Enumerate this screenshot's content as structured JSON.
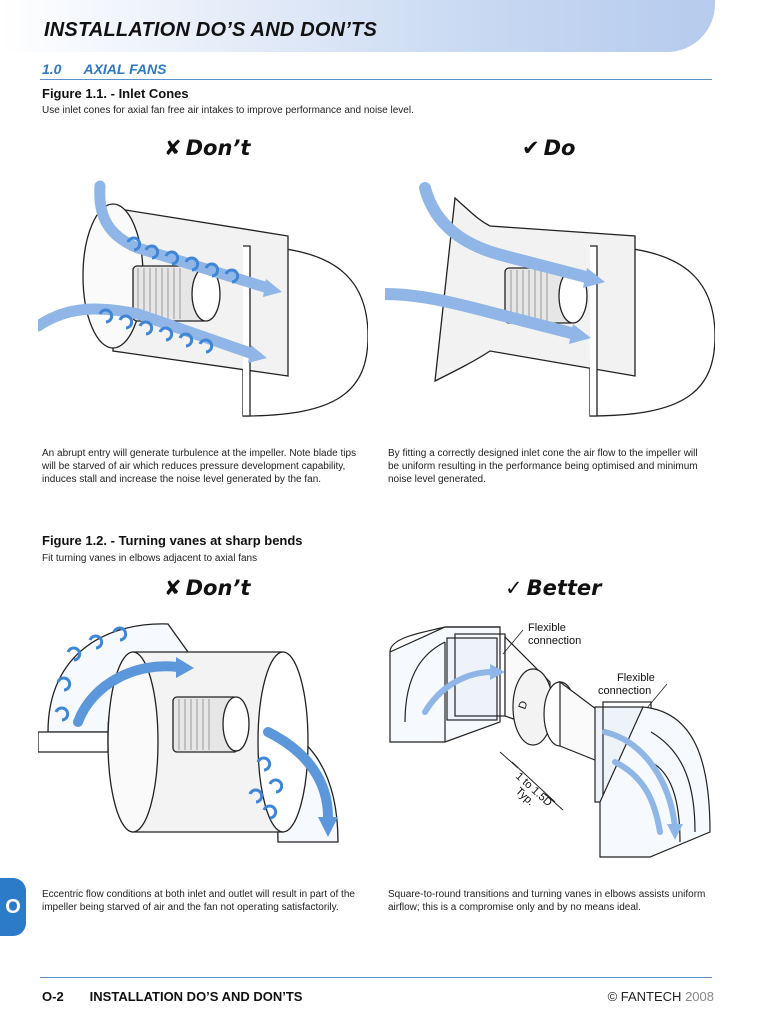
{
  "header": {
    "title": "INSTALLATION DO’S AND DON’TS"
  },
  "section": {
    "number": "1.0",
    "title": "AXIAL FANS"
  },
  "figure1": {
    "title": "Figure 1.1. - Inlet Cones",
    "subtitle": "Use inlet cones for axial fan free air intakes to improve performance and noise level.",
    "dont": {
      "mark": "✘",
      "label": "Don’t"
    },
    "do": {
      "mark": "✔",
      "label": "Do"
    },
    "dont_caption": "An abrupt entry will generate turbulence at the impeller. Note blade tips will be starved of air which reduces pressure development capability, induces stall and increase the noise level generated by the fan.",
    "do_caption": "By fitting a correctly designed inlet cone the air flow to the impeller will be uniform resulting in the performance being optimised and minimum noise level generated."
  },
  "figure2": {
    "title": "Figure 1.2. - Turning vanes at sharp bends",
    "subtitle": "Fit turning vanes in elbows adjacent to axial fans",
    "dont": {
      "mark": "✘",
      "label": "Don’t"
    },
    "better": {
      "mark": "✓",
      "label": "Better"
    },
    "annotations": {
      "flex1_line1": "Flexible",
      "flex1_line2": "connection",
      "flex2_line1": "Flexible",
      "flex2_line2": "connection",
      "dim_d": "D",
      "dim_ratio": "1 to 1.5D",
      "dim_typ": "Typ."
    },
    "dont_caption": "Eccentric flow conditions at both inlet and outlet will result in part of the impeller being starved of air and the fan not operating satisfactorily.",
    "better_caption": "Square-to-round transitions and turning vanes in elbows assists uniform airflow; this is a compromise only and by no means ideal."
  },
  "side_tab": {
    "label": "O"
  },
  "footer": {
    "page": "O-2",
    "title": "INSTALLATION DO’S AND DON’TS",
    "copyright": "© FANTECH",
    "year": "2008"
  },
  "colors": {
    "accent": "#2e78c4",
    "flow": "#8fb6e6",
    "header": "#b6cbee"
  }
}
